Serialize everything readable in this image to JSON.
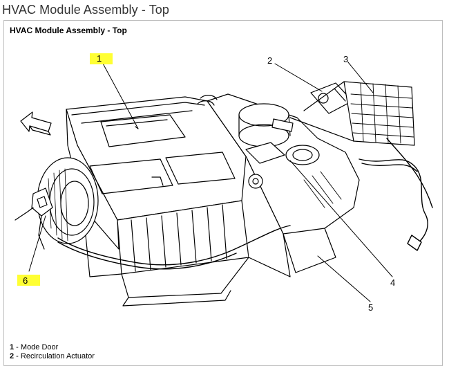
{
  "page_title": "HVAC Module Assembly - Top",
  "figure_title": "HVAC Module Assembly - Top",
  "callouts": [
    "1",
    "2",
    "3",
    "4",
    "5",
    "6"
  ],
  "highlight_color": "#ffff33",
  "legend": [
    {
      "num": "1",
      "sep": " - ",
      "label": "Mode Door"
    },
    {
      "num": "2",
      "sep": " - ",
      "label": "Recirculation Actuator"
    }
  ]
}
